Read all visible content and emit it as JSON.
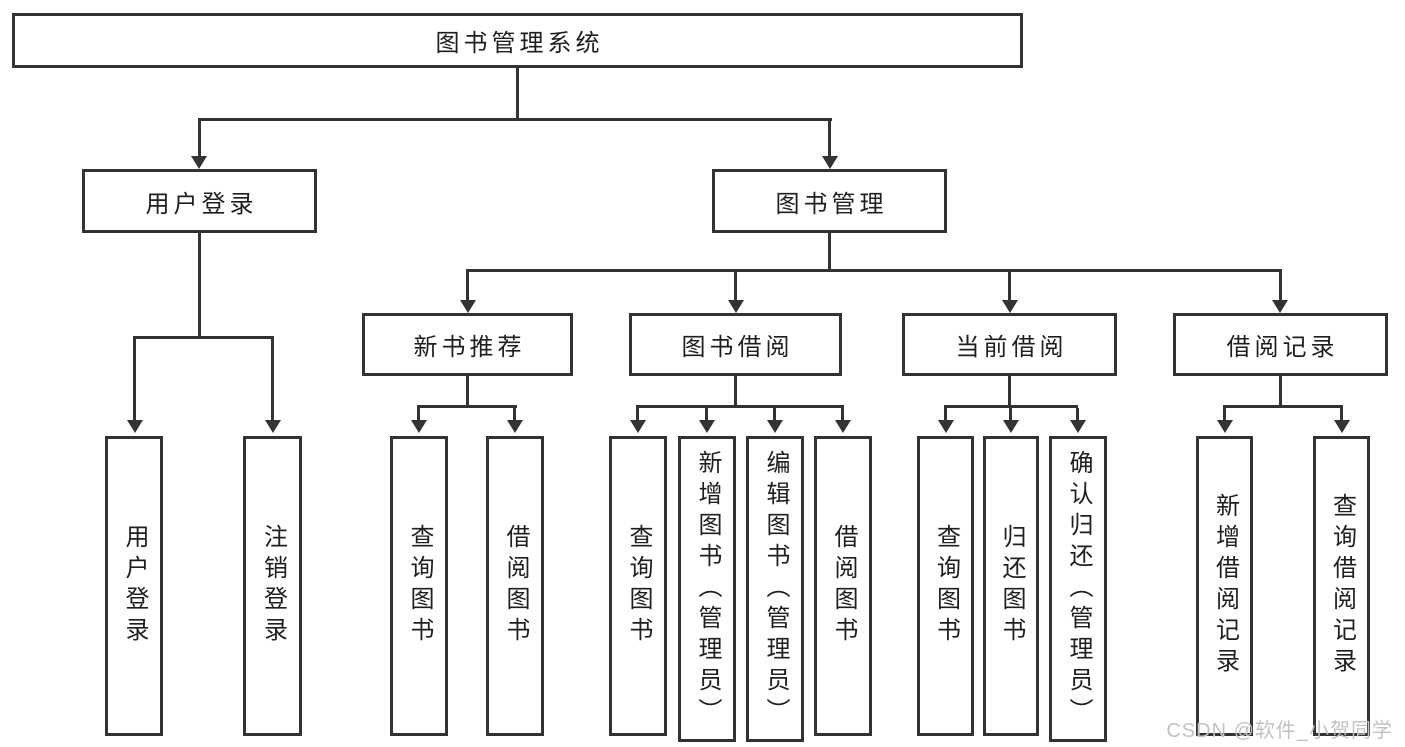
{
  "diagram_title": "图书管理系统",
  "tree": {
    "root": {
      "label": "图书管理系统"
    },
    "children": [
      {
        "label": "用户登录",
        "children": [
          {
            "label": "用户登录"
          },
          {
            "label": "注销登录"
          }
        ]
      },
      {
        "label": "图书管理",
        "children": [
          {
            "label": "新书推荐",
            "children": [
              {
                "label": "查询图书"
              },
              {
                "label": "借阅图书"
              }
            ]
          },
          {
            "label": "图书借阅",
            "children": [
              {
                "label": "查询图书"
              },
              {
                "label": "新增图书（管理员）"
              },
              {
                "label": "编辑图书（管理员）"
              },
              {
                "label": "借阅图书"
              }
            ]
          },
          {
            "label": "当前借阅",
            "children": [
              {
                "label": "查询图书"
              },
              {
                "label": "归还图书"
              },
              {
                "label": "确认归还（管理员）"
              }
            ]
          },
          {
            "label": "借阅记录",
            "children": [
              {
                "label": "新增借阅记录"
              },
              {
                "label": "查询借阅记录"
              }
            ]
          }
        ]
      }
    ]
  },
  "watermark": {
    "text": "CSDN @软件_小贺同学"
  },
  "colors": {
    "line": "#333333",
    "text": "#1f1f1f",
    "background": "#ffffff",
    "watermark": "#c2c2c2"
  }
}
